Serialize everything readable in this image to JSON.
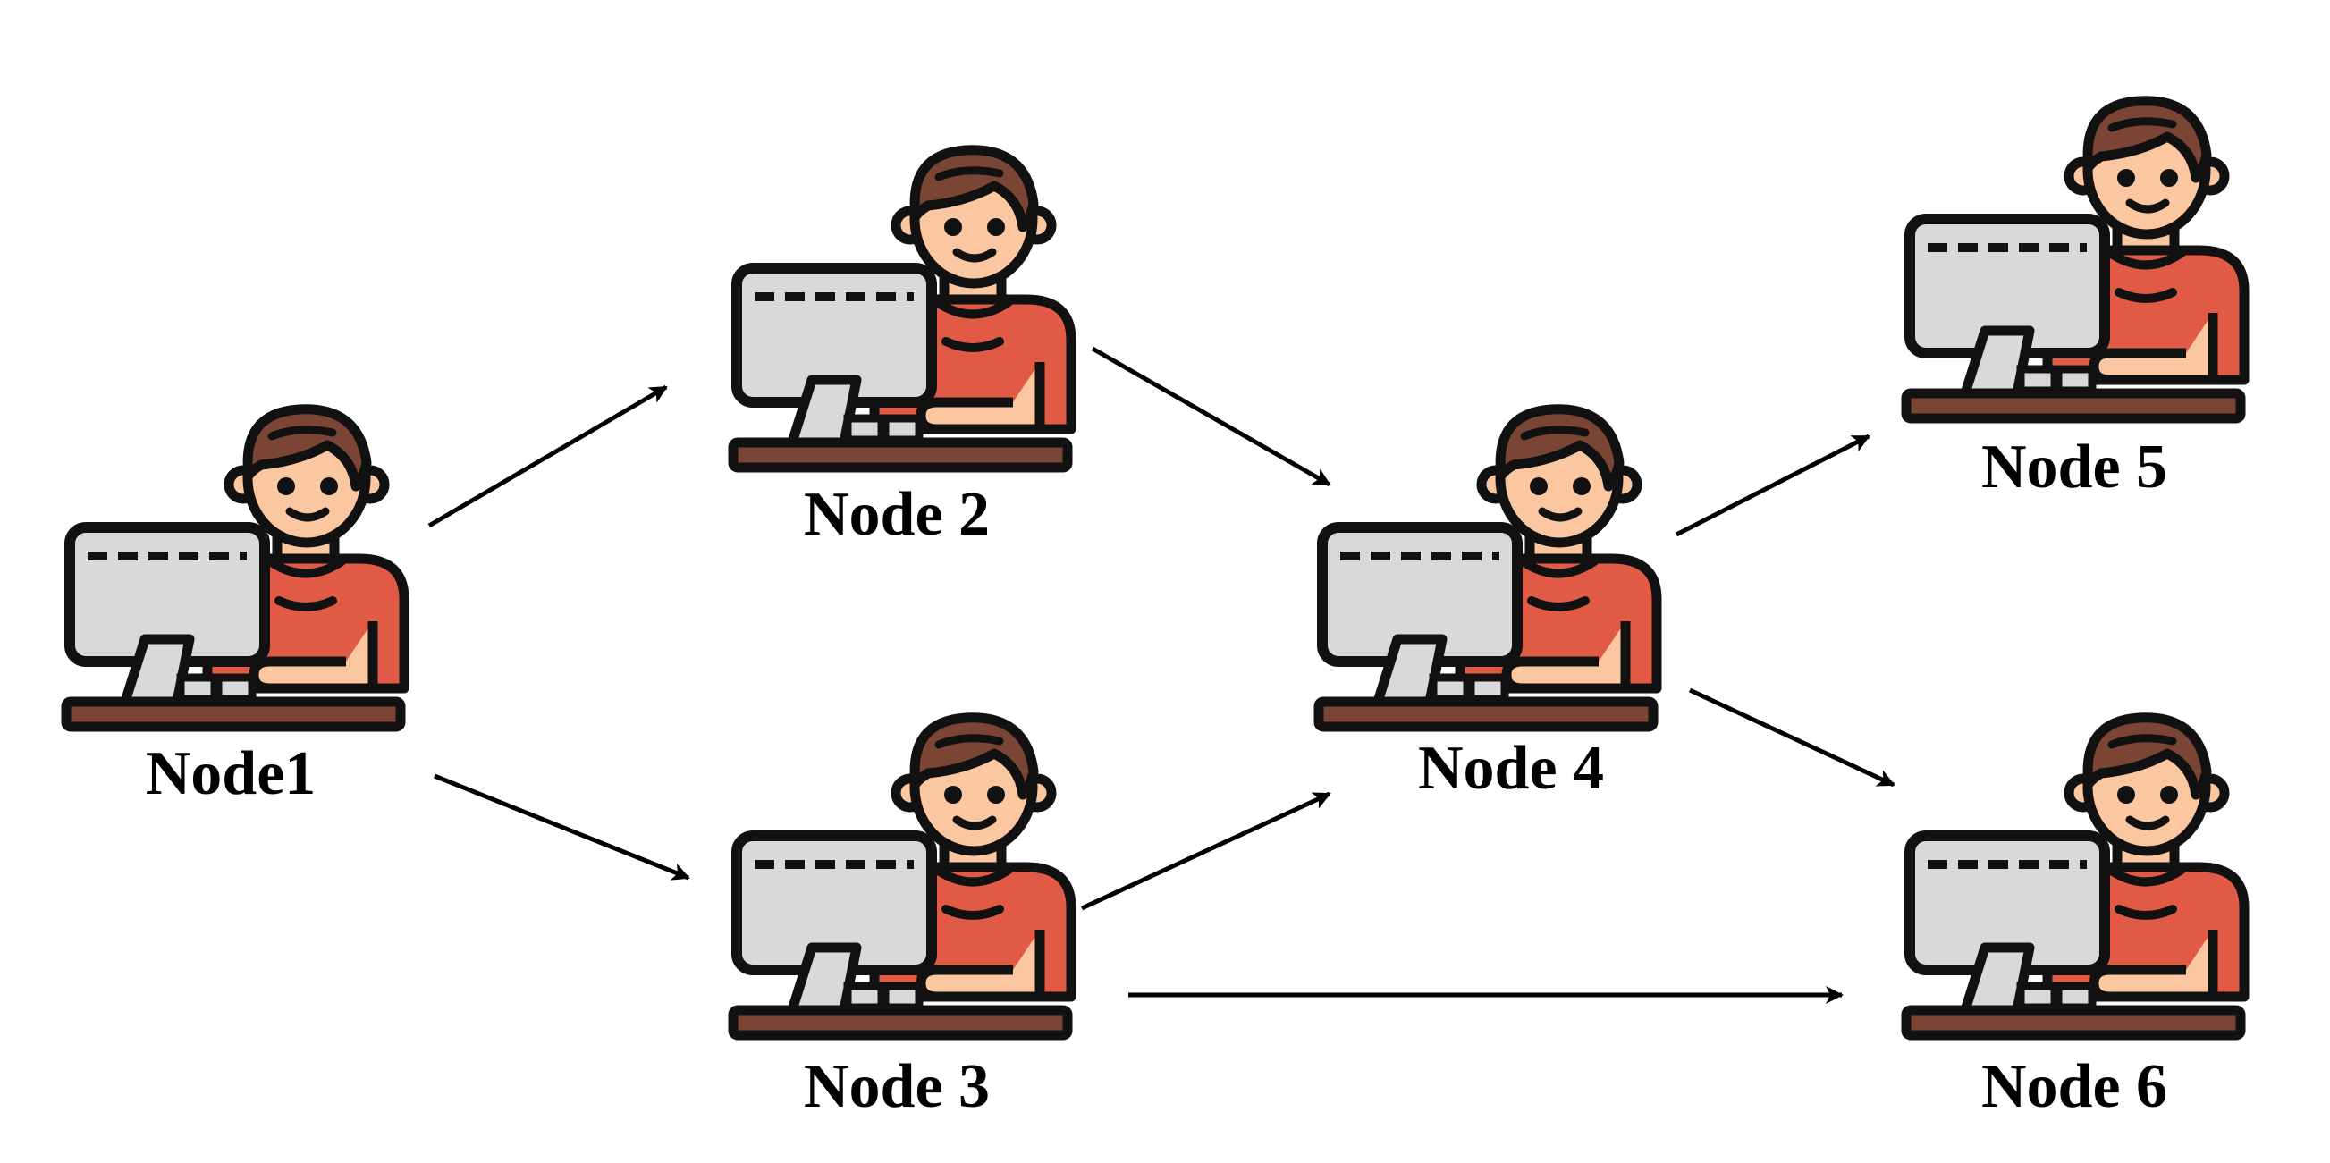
{
  "nodes": [
    {
      "id": "n1",
      "label": "Node1"
    },
    {
      "id": "n2",
      "label": "Node 2"
    },
    {
      "id": "n3",
      "label": "Node 3"
    },
    {
      "id": "n4",
      "label": "Node 4"
    },
    {
      "id": "n5",
      "label": "Node 5"
    },
    {
      "id": "n6",
      "label": "Node 6"
    }
  ],
  "edges": [
    {
      "from": "n1",
      "to": "n2"
    },
    {
      "from": "n1",
      "to": "n3"
    },
    {
      "from": "n2",
      "to": "n4"
    },
    {
      "from": "n3",
      "to": "n4"
    },
    {
      "from": "n3",
      "to": "n6"
    },
    {
      "from": "n4",
      "to": "n5"
    },
    {
      "from": "n4",
      "to": "n6"
    }
  ],
  "colors": {
    "outline": "#111111",
    "monitor": "#d9d9d9",
    "shirt": "#e15a45",
    "skin": "#fbc7a0",
    "hair": "#7a4534",
    "desk": "#7a4534",
    "arrow": "#000000"
  }
}
